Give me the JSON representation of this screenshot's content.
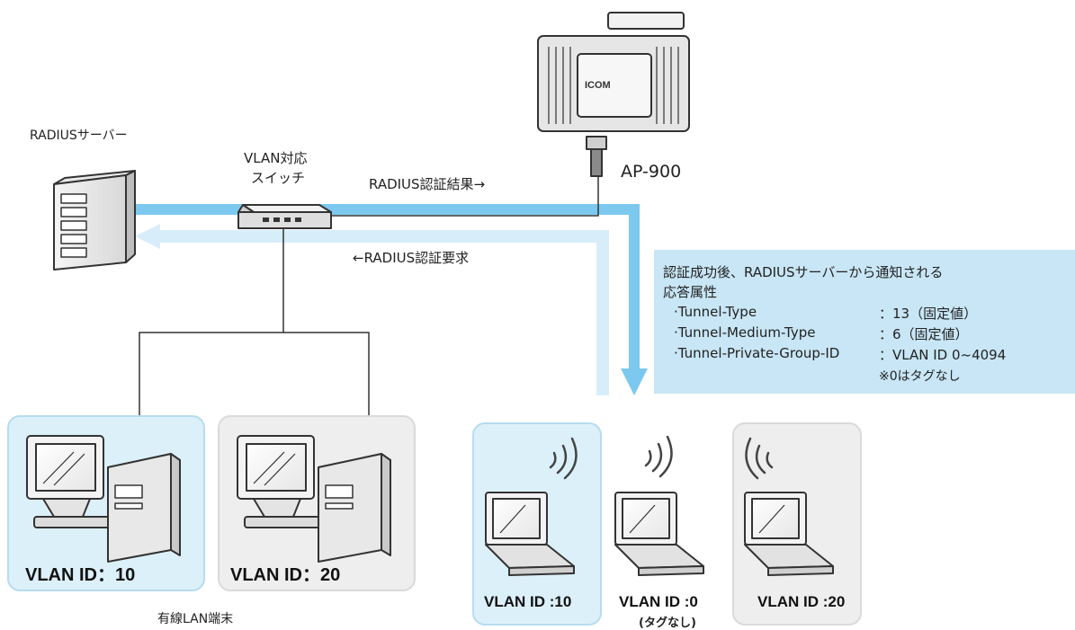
{
  "labels": {
    "radius_server": "RADIUSサーバー",
    "switch_line1": "VLAN対応",
    "switch_line2": "スイッチ",
    "ap_model": "AP-900",
    "result_arrow": "RADIUS認証結果→",
    "request_arrow": "←RADIUS認証要求",
    "wired_terminal": "有線LAN端末",
    "ap_brand": "ICOM"
  },
  "note": {
    "line1": "認証成功後、RADIUSサーバーから通知される",
    "line2": "応答属性",
    "attributes": [
      {
        "name": "·Tunnel-Type",
        "value": "：13（固定値）"
      },
      {
        "name": "·Tunnel-Medium-Type",
        "value": "：6（固定値）"
      },
      {
        "name": "·Tunnel-Private-Group-ID",
        "value": "：VLAN ID  0~4094"
      }
    ],
    "footnote": "※0はタグなし"
  },
  "terminals": {
    "wired_a": "VLAN ID：10",
    "wired_b": "VLAN ID：20",
    "wireless_a": "VLAN ID :10",
    "wireless_b": "VLAN ID :0",
    "wireless_b_sub": "(タグなし)",
    "wireless_c": "VLAN ID :20"
  },
  "colors": {
    "flow_dark": "#7cc8ee",
    "flow_light": "#d7eefa",
    "note_bg": "#c8e6f5",
    "panel_blue": "#dcf0fa",
    "panel_gray": "#eeeeee"
  }
}
